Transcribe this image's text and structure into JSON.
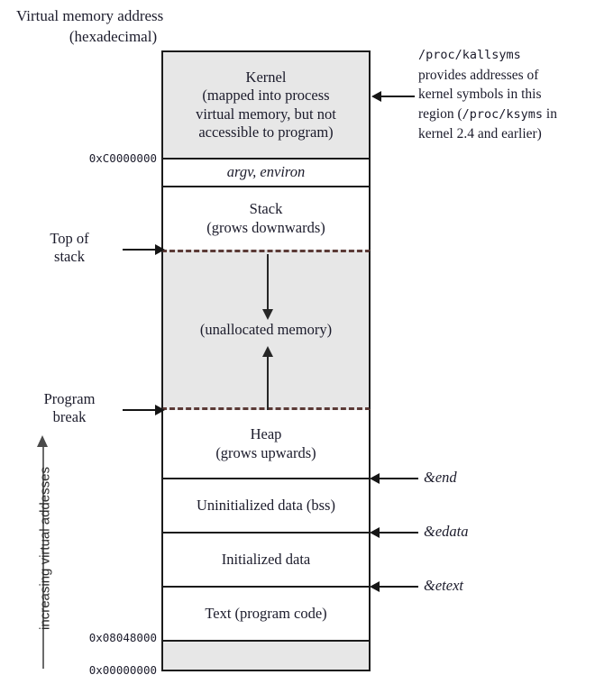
{
  "title": {
    "line1": "Virtual memory address",
    "line2": "(hexadecimal)"
  },
  "diagram": {
    "type": "memory-layout",
    "segments": [
      {
        "id": "kernel",
        "lines": [
          "Kernel",
          "(mapped into process",
          "virtual memory, but not",
          "accessible to program)"
        ],
        "fill": "#e7e7e7",
        "style": "solid"
      },
      {
        "id": "argv",
        "lines": [
          "argv, environ"
        ],
        "fill": "#ffffff",
        "style": "solid",
        "italic": true
      },
      {
        "id": "stack",
        "lines": [
          "Stack",
          "(grows downwards)"
        ],
        "fill": "#ffffff",
        "style": "solid"
      },
      {
        "id": "unallocated",
        "lines": [
          "(unallocated memory)"
        ],
        "fill": "#e7e7e7",
        "style": "dashed"
      },
      {
        "id": "heap",
        "lines": [
          "Heap",
          "(grows upwards)"
        ],
        "fill": "#ffffff",
        "style": "solid"
      },
      {
        "id": "bss",
        "lines": [
          "Uninitialized data (bss)"
        ],
        "fill": "#ffffff",
        "style": "solid"
      },
      {
        "id": "initialized",
        "lines": [
          "Initialized data"
        ],
        "fill": "#ffffff",
        "style": "solid"
      },
      {
        "id": "text",
        "lines": [
          "Text (program code)"
        ],
        "fill": "#ffffff",
        "style": "solid"
      },
      {
        "id": "reserved",
        "lines": [
          ""
        ],
        "fill": "#e7e7e7",
        "style": "solid"
      }
    ]
  },
  "addresses": {
    "kernel_base": "0xC0000000",
    "text_base": "0x08048000",
    "zero": "0x00000000"
  },
  "left_labels": {
    "top_of_stack_l1": "Top of",
    "top_of_stack_l2": "stack",
    "program_break_l1": "Program",
    "program_break_l2": "break"
  },
  "symbols": {
    "end": "&end",
    "edata": "&edata",
    "etext": "&etext"
  },
  "kernel_note": {
    "path1": "/proc/kallsyms",
    "text1": "provides addresses of",
    "text2": "kernel symbols in this",
    "text3": "region (",
    "path2": "/proc/ksyms",
    "text4": " in",
    "text5": "kernel 2.4 and earlier)"
  },
  "axis": {
    "label": "increasing virtual addesses"
  },
  "colors": {
    "gray_fill": "#e7e7e7",
    "border": "#1b1b1b",
    "dashed_border": "#5b3a36",
    "text": "#1b1b2b",
    "axis": "#6b6b6b"
  }
}
